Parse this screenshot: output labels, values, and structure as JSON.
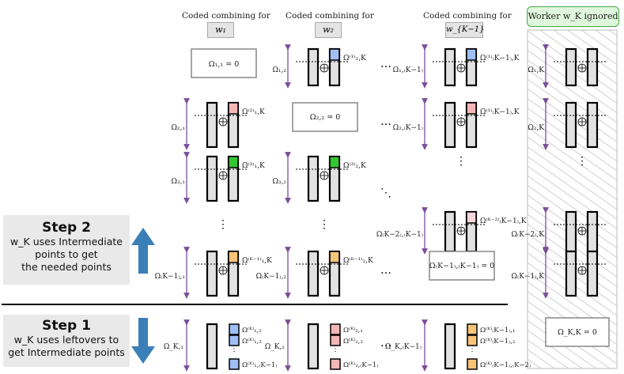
{
  "header": {
    "col_title": "Coded combining for",
    "col_labels": [
      "w₁",
      "w₂",
      "w_{K−1}"
    ],
    "ignored_label": "Worker w_K ignored"
  },
  "steps": {
    "step2_title": "Step 2",
    "step2_lines": [
      "w_K  uses Intermediate",
      "points to get",
      "the needed points"
    ],
    "step1_title": "Step 1",
    "step1_lines": [
      "w_K uses leftovers to",
      "get Intermediate points"
    ]
  },
  "rows": [
    {
      "labels": [
        "",
        "Ω₁,₂",
        "Ω₁,₍K−1₎",
        "Ω₁,K"
      ],
      "boxes": [
        "Ω₁,₁ = 0",
        "",
        "",
        ""
      ],
      "tags": [
        "",
        "Ω⁽¹⁾₂,K",
        "Ω⁽¹⁾₍K−1₎,K",
        ""
      ]
    },
    {
      "labels": [
        "Ω₂,₁",
        "",
        "Ω₂,₍K−1₎",
        "Ω₂,K"
      ],
      "boxes": [
        "",
        "Ω₂,₂ = 0",
        "",
        ""
      ],
      "tags": [
        "Ω⁽²⁾₁,K",
        "",
        "Ω⁽¹⁾₍K−1₎,K",
        ""
      ]
    },
    {
      "labels": [
        "Ω₃,₁",
        "Ω₃,₂",
        "",
        ""
      ],
      "boxes": [
        "",
        "",
        "",
        ""
      ],
      "tags": [
        "Ω⁽³⁾₁,K",
        "Ω⁽³⁾₂,K",
        "",
        ""
      ]
    },
    {
      "labels": [
        "",
        "",
        "Ω₍K−2₎,₍K−1₎",
        "Ω₍K−2₎,K"
      ],
      "boxes": [
        "",
        "",
        "",
        ""
      ],
      "tags": [
        "",
        "",
        "Ω⁽ᴷ⁻²⁾₍K−1₎,K",
        ""
      ]
    },
    {
      "labels": [
        "Ω₍K−1₎,₁",
        "Ω₍K−1₎,₂",
        "",
        "Ω₍K−1₎,K"
      ],
      "boxes": [
        "",
        "",
        "Ω₍K−1₎,₍K−1₎ = 0",
        ""
      ],
      "tags": [
        "Ω⁽ᴷ⁻¹⁾₁,K",
        "Ω⁽ᴷ⁻¹⁾₂,K",
        "",
        ""
      ]
    },
    {
      "labels": [
        "Ω_K,₁",
        "Ω_K,₂",
        "Ω_K,₍K−1₎",
        ""
      ],
      "boxes": [
        "",
        "",
        "",
        "Ω_K,K = 0"
      ],
      "tags_multi": [
        [
          "Ω⁽ᴷ⁾₁,₂",
          "Ω⁽ᴷ⁾₁,₃",
          "Ω⁽ᴷ⁾₁,₍K−1₎"
        ],
        [
          "Ω⁽ᴷ⁾₂,₁",
          "Ω⁽ᴷ⁾₂,₃",
          "Ω⁽ᴷ⁾₂,₍K−1₎"
        ],
        [
          "Ω⁽ᴷ⁾₍K−1₎,₁",
          "Ω⁽ᴷ⁾₍K−1₎,₂",
          "Ω⁽ᴷ⁾₍K−1₎,₍K−2₎"
        ]
      ]
    }
  ],
  "colors": {
    "bar_fill": "#e2e2e2",
    "blue": "#9ec0f5",
    "red": "#f4b6b6",
    "green": "#32c832",
    "orange": "#f7c57a",
    "pink": "#f8d4dc",
    "arrow_purple": "#7a4e9a",
    "step_arrow": "#3a7fb8",
    "hatch": "#d0d0d0"
  }
}
